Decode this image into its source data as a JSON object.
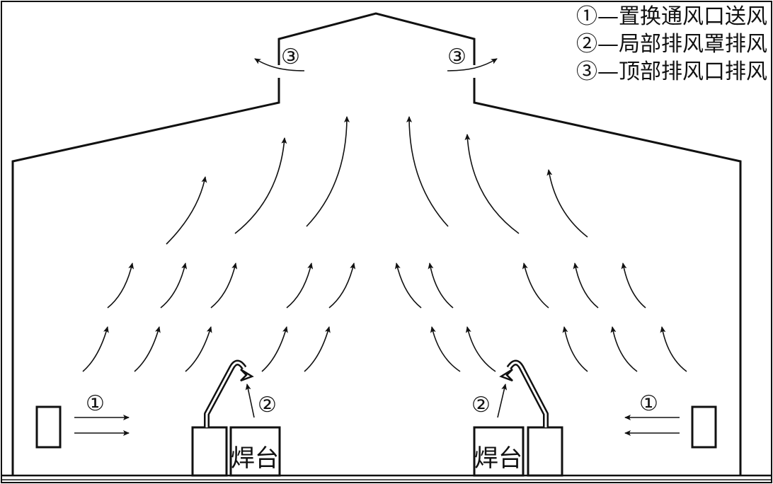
{
  "legend": [
    "①—置换通风口送风",
    "②—局部排风罩排风",
    "③—顶部排风口排风"
  ],
  "markers": {
    "supply": "①",
    "local_exhaust": "②",
    "roof_exhaust": "③"
  },
  "bench_label": "焊台"
}
